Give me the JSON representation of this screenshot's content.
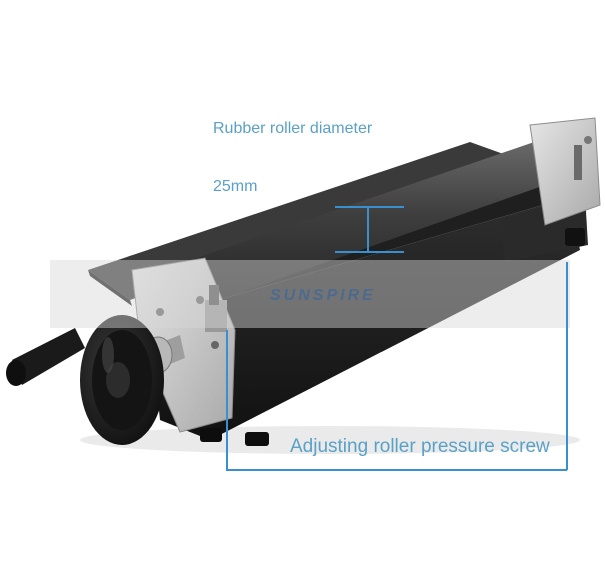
{
  "annotations": {
    "roller_diameter_label": "Rubber roller diameter",
    "roller_diameter_value": "25mm",
    "pressure_screw_label": "Adjusting roller pressure screw"
  },
  "watermark": {
    "text": "SUNSPIRE"
  },
  "colors": {
    "annotation_text": "#5aa1c8",
    "annotation_line": "#3a8fd0",
    "machine_body": "#2b2b2b",
    "roller": "#4a4a4a",
    "side_plate": "#c9c9c9",
    "watermark_band": "#d8d8d8"
  }
}
